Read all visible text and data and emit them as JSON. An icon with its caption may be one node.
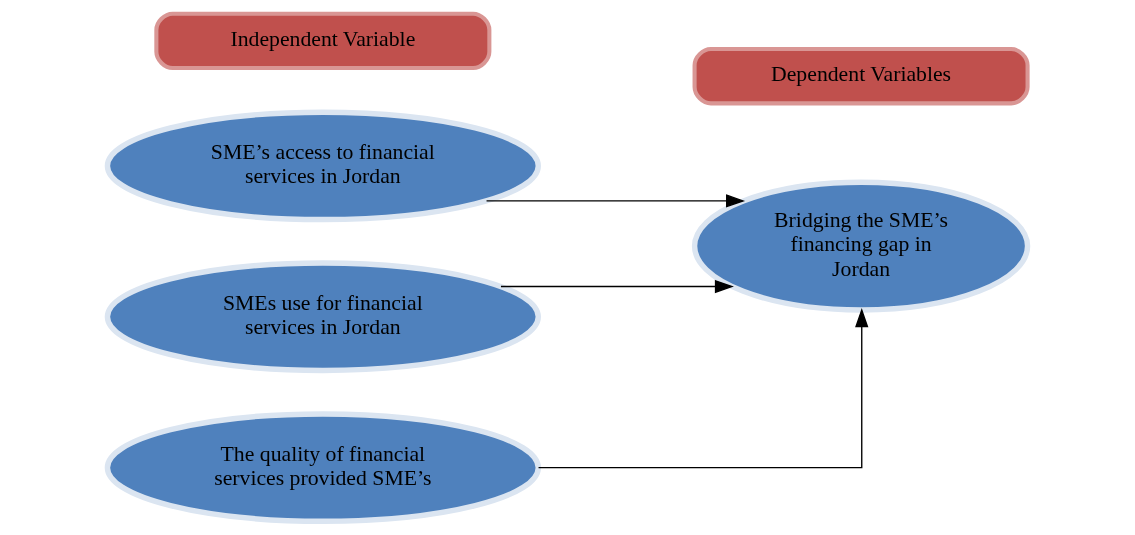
{
  "diagram": {
    "nodes": [
      {
        "text": [
          "Independent Variable"
        ]
      },
      {
        "text": [
          "Dependent Variables"
        ]
      },
      {
        "text": [
          "SME’s access to financial services in Jordan"
        ]
      },
      {
        "text": [
          "SMEs use for financial services in Jordan"
        ]
      },
      {
        "text": [
          "The quality of financial services provided SME’s"
        ]
      },
      {
        "text": [
          "Bridging the SME’s financing gap in Jordan"
        ]
      }
    ],
    "edges": [
      {
        "from": 2,
        "to": 5,
        "arrow": "to"
      },
      {
        "from": 3,
        "to": 5,
        "arrow": "to"
      },
      {
        "from": 4,
        "to": 5,
        "arrow": "to"
      }
    ]
  }
}
